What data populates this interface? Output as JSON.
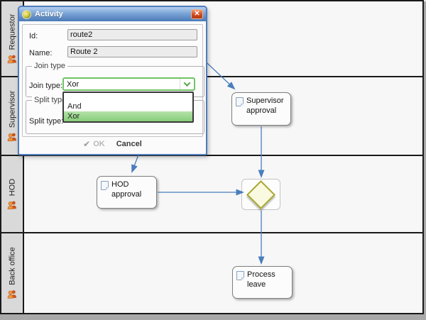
{
  "window": {
    "title": "Activity",
    "close_glyph": "✕",
    "fields": {
      "id_label": "Id:",
      "id_value": "route2",
      "name_label": "Name:",
      "name_value": "Route 2"
    },
    "join_group": {
      "legend": "Join type",
      "label": "Join type:",
      "value": "Xor"
    },
    "split_group": {
      "legend": "Split type",
      "label": "Split type:"
    },
    "dropdown": {
      "items": [
        "",
        "And",
        "Xor"
      ],
      "selected": "Xor"
    },
    "buttons": {
      "ok": "OK",
      "ok_check_glyph": "✔",
      "cancel": "Cancel"
    }
  },
  "lanes": [
    {
      "label": "Requestor"
    },
    {
      "label": "Supervisor"
    },
    {
      "label": "HOD"
    },
    {
      "label": "Back office"
    }
  ],
  "nodes": {
    "supervisor": {
      "label": "Supervisor approval"
    },
    "hod": {
      "label": "HOD approval"
    },
    "process": {
      "label": "Process leave"
    }
  },
  "colors": {
    "arrow": "#4a7ebc",
    "dialog_border": "#4f7cbd",
    "titlebar_blue": "#4a7ab8",
    "combo_focus_green": "#72c268",
    "list_highlight_green": "#8fd284",
    "gateway_fill": "#fafae0",
    "gateway_border": "#a8a832",
    "close_button_red": "#d2491e",
    "lane_header_gray": "#d9d9d9",
    "lane_body_gray": "#f7f7f7"
  }
}
